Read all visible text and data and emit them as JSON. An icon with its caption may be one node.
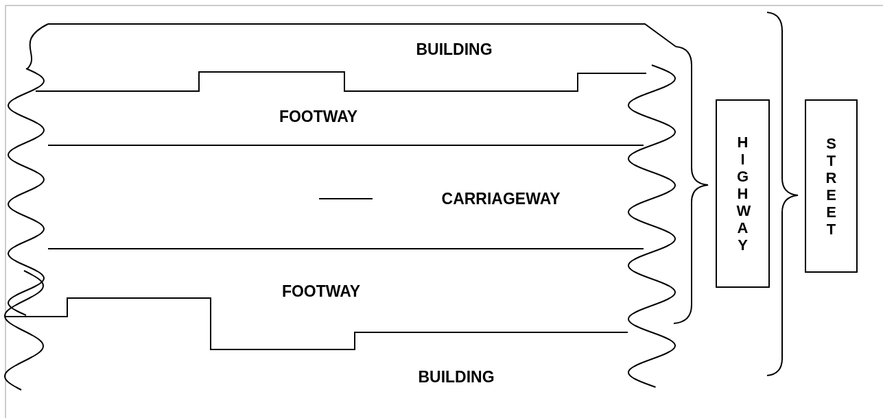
{
  "diagram": {
    "nodes": [
      {
        "text": [
          "HIGHWAY"
        ]
      },
      {
        "text": [
          "STREET"
        ]
      }
    ],
    "labels": [
      "BUILDING",
      "FOOTWAY",
      "CARRIAGEWAY",
      "FOOTWAY",
      "BUILDING"
    ]
  }
}
